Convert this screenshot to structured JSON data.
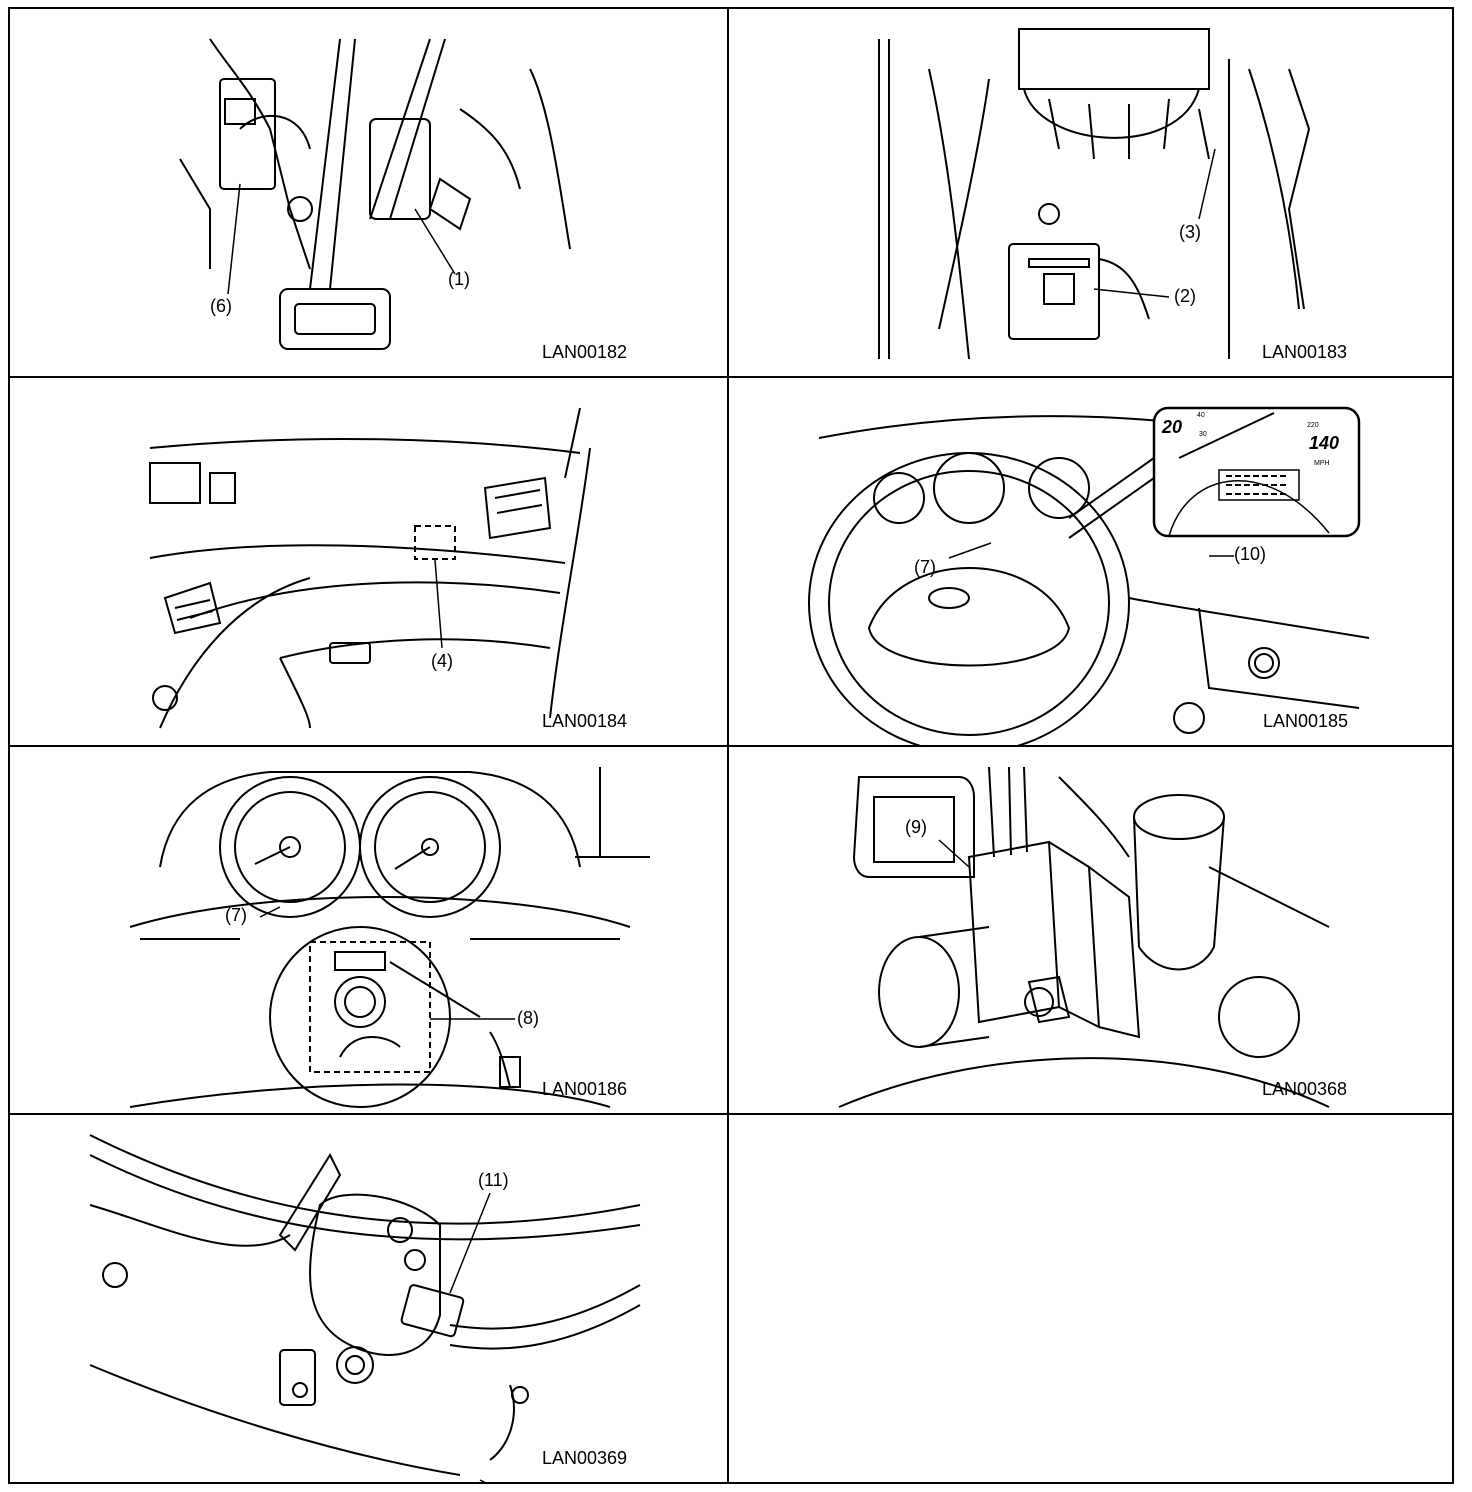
{
  "panels": [
    {
      "code": "LAN00182",
      "callouts": [
        "(6)",
        "(1)"
      ]
    },
    {
      "code": "LAN00183",
      "callouts": [
        "(3)",
        "(2)"
      ]
    },
    {
      "code": "LAN00184",
      "callouts": [
        "(4)"
      ]
    },
    {
      "code": "LAN00185",
      "callouts": [
        "(7)",
        "(10)"
      ],
      "gauge": {
        "speed_low": "20",
        "speed_high": "140",
        "tick_a": "40",
        "tick_b": "30",
        "tick_c": "220",
        "unit": "MPH"
      }
    },
    {
      "code": "LAN00186",
      "callouts": [
        "(7)",
        "(8)"
      ]
    },
    {
      "code": "LAN00368",
      "callouts": [
        "(9)"
      ]
    },
    {
      "code": "LAN00369",
      "callouts": [
        "(11)"
      ]
    }
  ]
}
